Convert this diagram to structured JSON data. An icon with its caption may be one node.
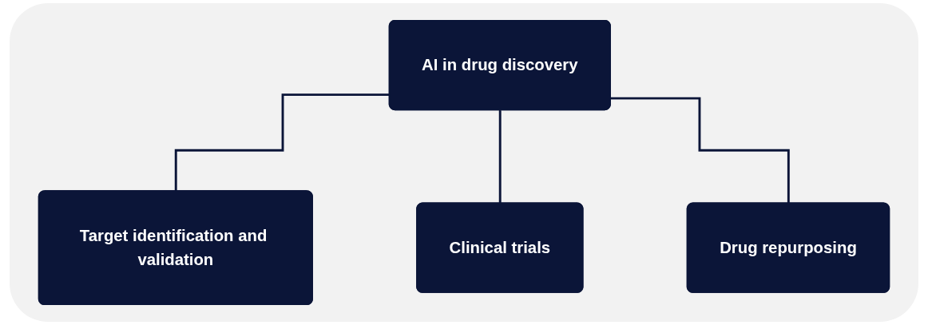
{
  "diagram": {
    "nodes": [
      {
        "text": [
          "AI in drug discovery"
        ]
      },
      {
        "text": [
          "Target identification and validation"
        ]
      },
      {
        "text": [
          "Clinical trials"
        ]
      },
      {
        "text": [
          "Drug repurposing"
        ]
      }
    ],
    "edges": [
      {
        "from": 0,
        "to": 1,
        "arrow": "none"
      },
      {
        "from": 0,
        "to": 2,
        "arrow": "none"
      },
      {
        "from": 0,
        "to": 3,
        "arrow": "none"
      }
    ]
  }
}
